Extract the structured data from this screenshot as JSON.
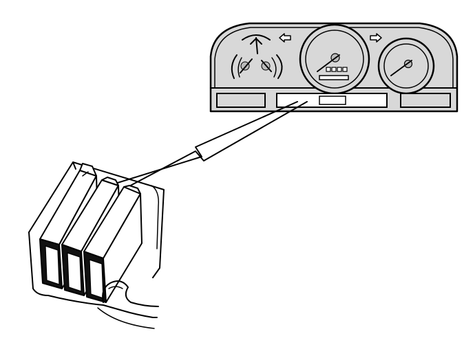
{
  "colors": {
    "background": "#ffffff",
    "line": "#000000",
    "panel_fill": "#d8d8d8",
    "dark_fill": "#111111",
    "display_fill": "#ffffff"
  },
  "icons": [
    "instrument-cluster",
    "turn-signal-arrow-left",
    "turn-signal-arrow-right",
    "speedometer",
    "tachometer",
    "fuel-gauge",
    "temperature-gauge",
    "fob-transmitter",
    "hand"
  ]
}
